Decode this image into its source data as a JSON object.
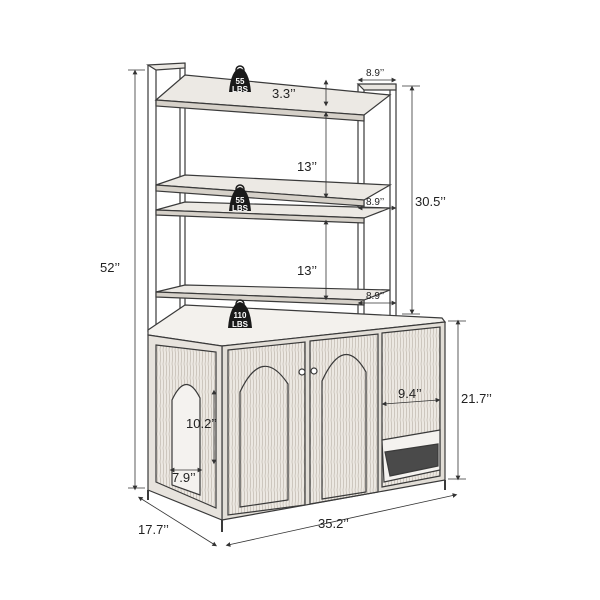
{
  "dimensions": {
    "overall_height": "52’’",
    "top_height": "30.5’’",
    "cabinet_height": "21.7’’",
    "width": "35.2’’",
    "depth": "17.7’’",
    "shelf_gap_small": "3.3’’",
    "shelf_gap_1": "13’’",
    "shelf_gap_2": "13’’",
    "shelf_depth_1": "8.9’’",
    "shelf_depth_2": "8.9’’",
    "shelf_depth_3": "8.9’’",
    "entry_height": "10.2’’",
    "entry_width": "7.9’’",
    "litter_opening": "9.4’’"
  },
  "load_badges": [
    {
      "value": "55",
      "unit": "LBS"
    },
    {
      "value": "55",
      "unit": "LBS"
    },
    {
      "value": "110",
      "unit": "LBS"
    }
  ],
  "colors": {
    "line": "#3a3a3a",
    "wood": "#d9d4cc",
    "badge": "#1a1a1a",
    "background": "#ffffff"
  }
}
